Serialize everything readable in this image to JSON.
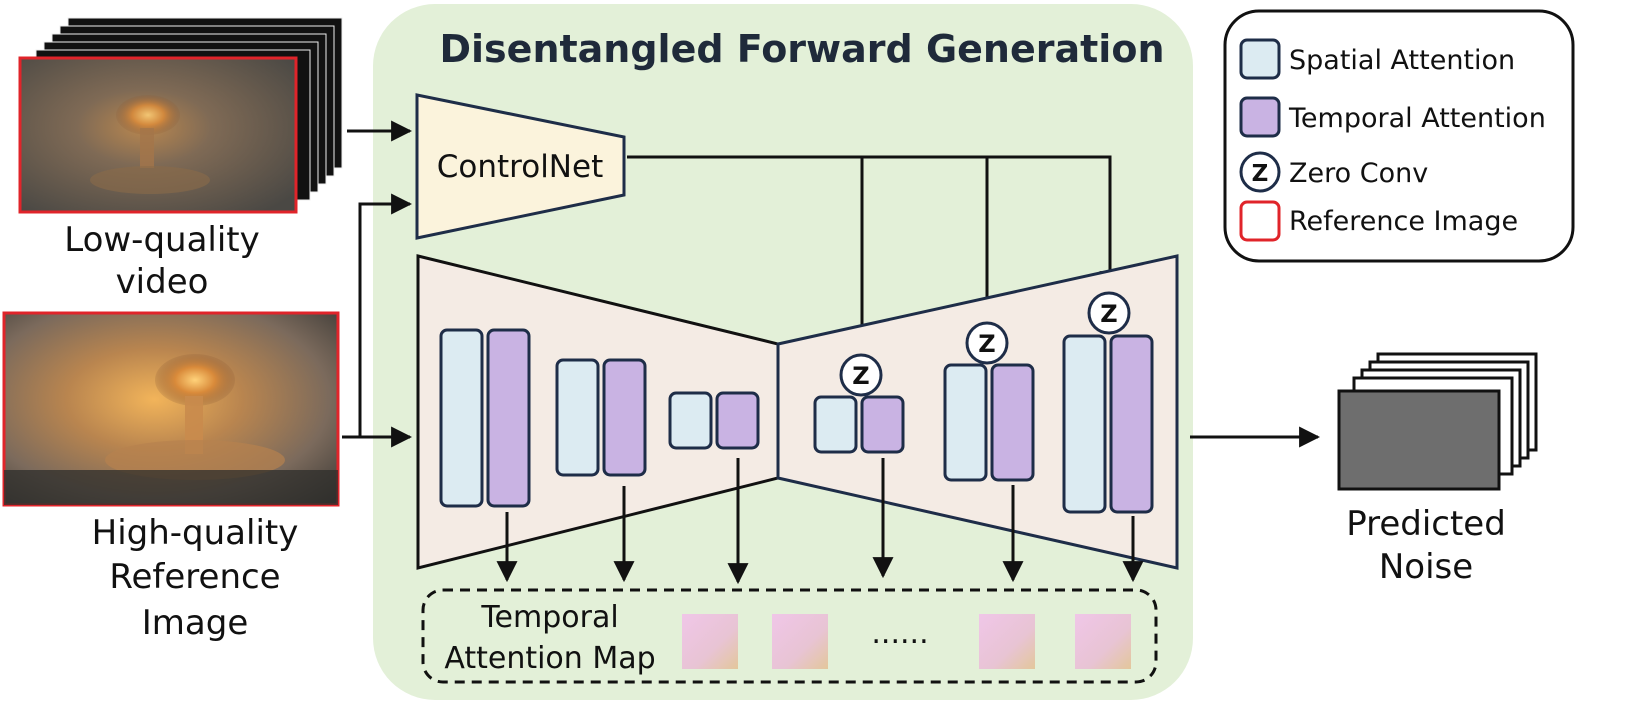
{
  "title": "Disentangled Forward Generation",
  "inputs": {
    "low_quality_line1": "Low-quality",
    "low_quality_line2": "video",
    "reference_line1": "High-quality",
    "reference_line2": "Reference",
    "reference_line3": "Image"
  },
  "controlnet_label": "ControlNet",
  "zero_conv_symbol": "Z",
  "attention_map": {
    "line1": "Temporal",
    "line2": "Attention Map",
    "ellipsis": "......"
  },
  "output": {
    "line1": "Predicted",
    "line2": "Noise"
  },
  "legend": {
    "spatial": "Spatial Attention",
    "temporal": "Temporal Attention",
    "zero_conv": "Zero Conv",
    "reference": "Reference Image"
  },
  "colors": {
    "panel_bg": "#e3f0d8",
    "controlnet_fill": "#fbf3dc",
    "unet_fill": "#f4ebe4",
    "spatial_fill": "#dcebf2",
    "temporal_fill": "#c9b3e3",
    "block_stroke": "#1e2d48",
    "reference_border": "#e0242a",
    "output_fill": "#6e6e6e"
  }
}
